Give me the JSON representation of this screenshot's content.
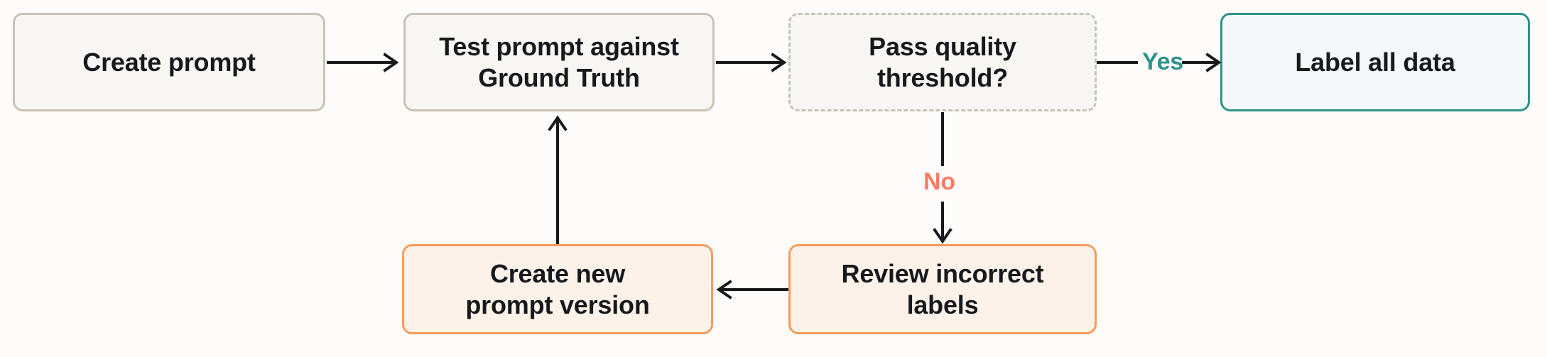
{
  "diagram": {
    "title": "Prompt evaluation loop flowchart",
    "background_color": "#fdfcfa",
    "nodes": [
      {
        "id": "create-prompt",
        "label": "Create prompt",
        "style": "neutral",
        "border_color": "#c9c2b6",
        "fill_color": "#f7f6f3",
        "border_style": "solid"
      },
      {
        "id": "test-prompt",
        "label": "Test prompt against\nGround Truth",
        "style": "neutral",
        "border_color": "#c9c2b6",
        "fill_color": "#f7f6f3",
        "border_style": "solid"
      },
      {
        "id": "pass-quality-threshold",
        "label": "Pass quality\nthreshold?",
        "style": "decision",
        "border_color": "#c9c2b6",
        "fill_color": "#f7f6f3",
        "border_style": "dashed"
      },
      {
        "id": "label-all-data",
        "label": "Label all data",
        "style": "success",
        "border_color": "#2f9389",
        "fill_color": "#f2f9f8",
        "border_style": "solid"
      },
      {
        "id": "review-incorrect-labels",
        "label": "Review incorrect\nlabels",
        "style": "warn",
        "border_color": "#f79b5c",
        "fill_color": "#fdf2ea",
        "border_style": "solid"
      },
      {
        "id": "create-new-prompt-version",
        "label": "Create new\nprompt version",
        "style": "warn",
        "border_color": "#f79b5c",
        "fill_color": "#fdf2ea",
        "border_style": "solid"
      }
    ],
    "edges": [
      {
        "id": "e1",
        "from": "create-prompt",
        "to": "test-prompt",
        "label": ""
      },
      {
        "id": "e2",
        "from": "test-prompt",
        "to": "pass-quality-threshold",
        "label": ""
      },
      {
        "id": "e3",
        "from": "pass-quality-threshold",
        "to": "label-all-data",
        "label": "Yes",
        "label_color": "#2f9389"
      },
      {
        "id": "e4",
        "from": "pass-quality-threshold",
        "to": "review-incorrect-labels",
        "label": "No",
        "label_color": "#fd7a65"
      },
      {
        "id": "e5",
        "from": "review-incorrect-labels",
        "to": "create-new-prompt-version",
        "label": ""
      },
      {
        "id": "e6",
        "from": "create-new-prompt-version",
        "to": "test-prompt",
        "label": ""
      }
    ],
    "edge_labels": {
      "yes": "Yes",
      "no": "No"
    }
  }
}
